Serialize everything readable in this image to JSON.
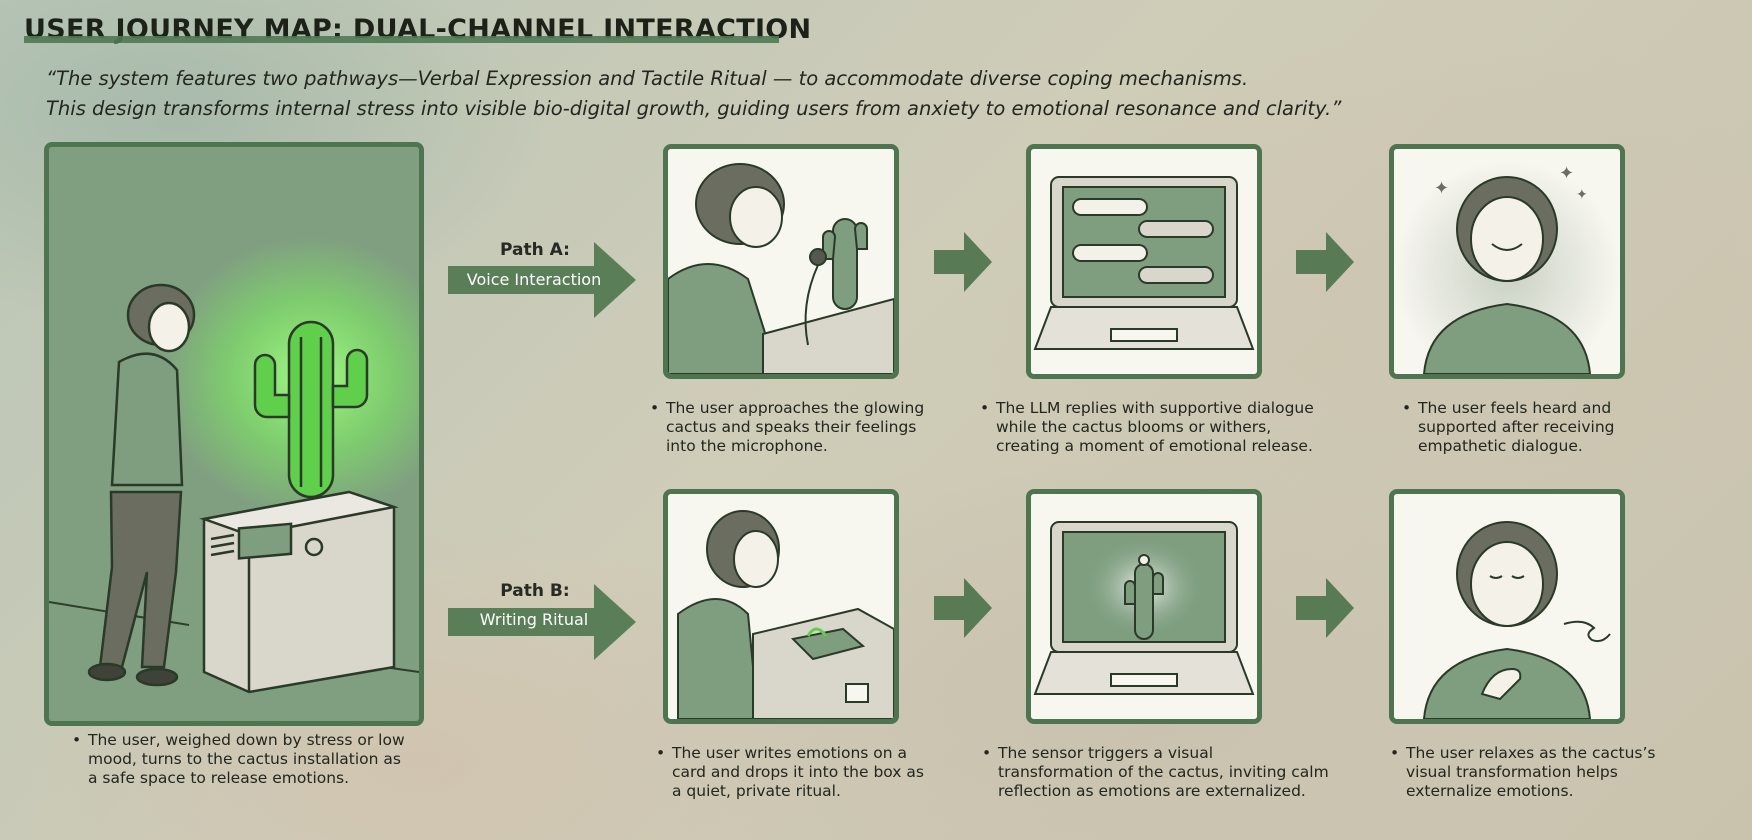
{
  "title": "USER JOURNEY MAP: DUAL-CHANNEL INTERACTION",
  "quote": {
    "line1": "“The system features two pathways—Verbal Expression and Tactile Ritual — to accommodate diverse coping mechanisms.",
    "line2": "This design transforms internal stress into visible bio-digital growth, guiding users from anxiety to emotional resonance and clarity.”"
  },
  "intro": {
    "bullet": "•",
    "caption": [
      "The user, weighed down by stress or low",
      "mood, turns to the cactus installation as",
      "a safe space to release emotions."
    ],
    "icon": "user-approaching-glowing-cactus-illustration"
  },
  "path_a": {
    "label": "Path A:",
    "mode": "Voice Interaction",
    "steps": [
      {
        "icon": "user-speaking-into-microphone-illustration",
        "caption": [
          "The user approaches the glowing",
          "cactus and speaks their feelings",
          "into the microphone."
        ]
      },
      {
        "icon": "laptop-chat-dialogue-illustration",
        "caption": [
          "The LLM replies with supportive dialogue",
          "while the cactus blooms or withers,",
          "creating a moment of emotional release."
        ]
      },
      {
        "icon": "smiling-user-glow-illustration",
        "caption": [
          "The user feels heard and",
          "supported after receiving",
          "empathetic dialogue."
        ]
      }
    ]
  },
  "path_b": {
    "label": "Path B:",
    "mode": "Writing Ritual",
    "steps": [
      {
        "icon": "user-writing-card-illustration",
        "caption": [
          "The user writes emotions on a",
          "card and drops it into the box as",
          "a quiet, private ritual."
        ]
      },
      {
        "icon": "laptop-glowing-cactus-illustration",
        "caption": [
          "The sensor triggers a visual",
          "transformation of the cactus, inviting calm",
          "reflection as emotions are externalized."
        ]
      },
      {
        "icon": "relaxed-user-breathing-illustration",
        "caption": [
          "The user relaxes as the cactus’s",
          "visual transformation helps",
          "externalize emotions."
        ]
      }
    ]
  },
  "colors": {
    "accent": "#4e7550",
    "panel_bg": "#f7f6ef",
    "intro_bg": "#7f9e80",
    "glow": "#7dff6e"
  }
}
